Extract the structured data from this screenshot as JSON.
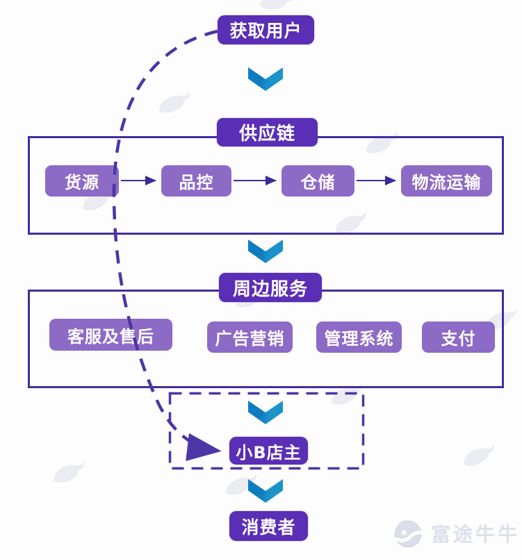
{
  "colors": {
    "node_purple": "#5a2eb5",
    "item_purple": "#8d6ac6",
    "outline_purple": "#432c9e",
    "dash_purple": "#4c35a5",
    "connector_purple": "#3c2b96",
    "chevron_blue": "#1787c5",
    "watermark_gray": "#dce0eb"
  },
  "diagram": {
    "top_node": {
      "label": "获取用户"
    },
    "supply_section": {
      "title": "供应链",
      "items": [
        {
          "label": "货源"
        },
        {
          "label": "品控"
        },
        {
          "label": "仓储"
        },
        {
          "label": "物流运输"
        }
      ]
    },
    "services_section": {
      "title": "周边服务",
      "items": [
        {
          "label": "客服及售后"
        },
        {
          "label": "广告营销"
        },
        {
          "label": "管理系统"
        },
        {
          "label": "支付"
        }
      ]
    },
    "owner_node": {
      "label": "小B店主"
    },
    "consumer_node": {
      "label": "消费者"
    }
  },
  "branding": {
    "logo_text": "富途牛牛"
  }
}
